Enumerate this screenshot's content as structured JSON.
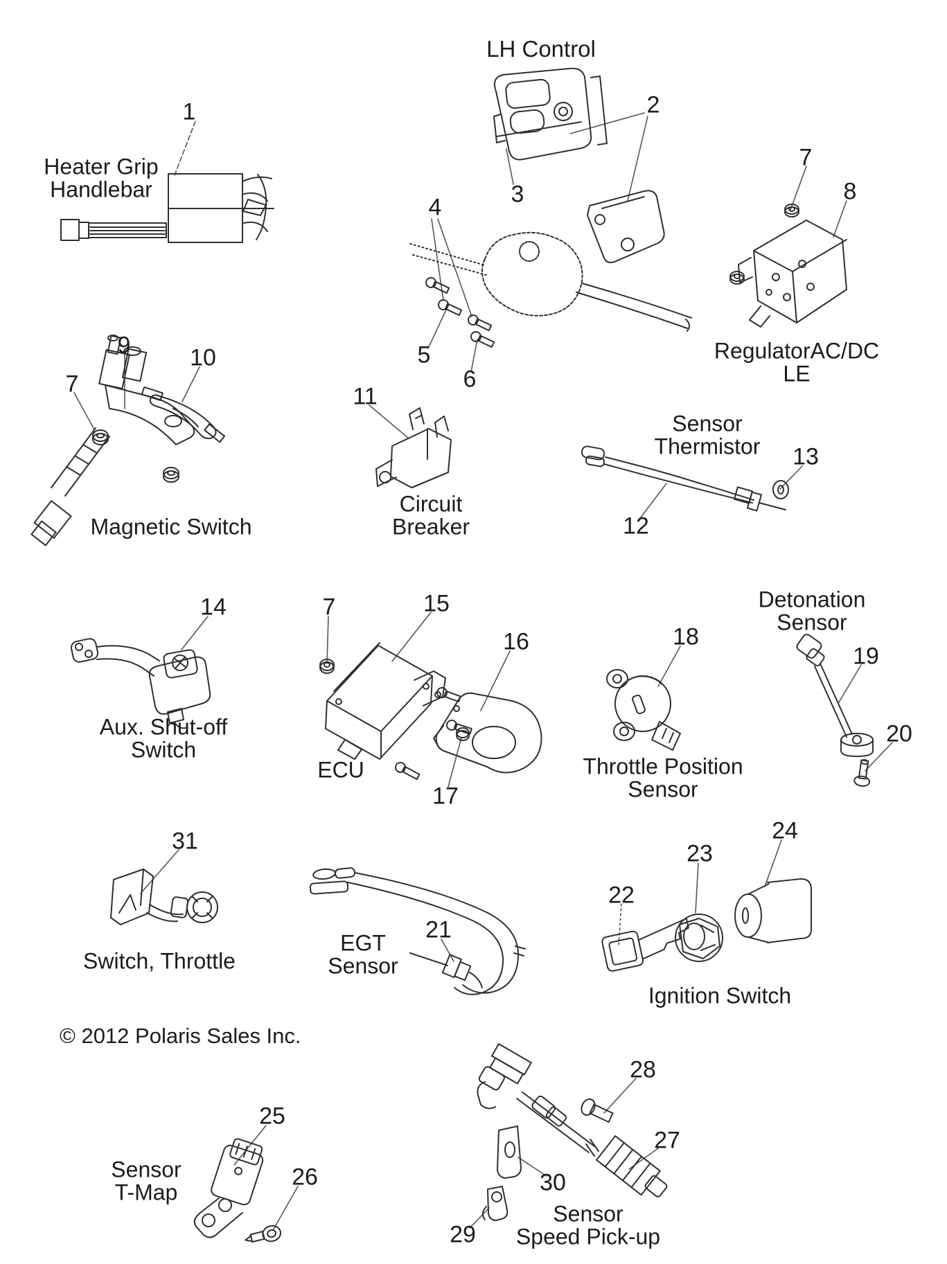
{
  "page": {
    "title": "LH Control",
    "copyright": "© 2012 Polaris Sales Inc."
  },
  "labels": {
    "heater_grip": "Heater Grip\nHandlebar",
    "regulator": "RegulatorAC/DC LE",
    "magnetic_switch": "Magnetic Switch",
    "circuit_breaker": "Circuit\nBreaker",
    "sensor_thermistor": "Sensor\nThermistor",
    "aux_shutoff": "Aux. Shut-off\nSwitch",
    "ecu": "ECU",
    "throttle_position": "Throttle Position\nSensor",
    "detonation": "Detonation\nSensor",
    "switch_throttle": "Switch, Throttle",
    "egt": "EGT\nSensor",
    "ignition": "Ignition Switch",
    "t_map": "Sensor\nT-Map",
    "speed_pickup": "Sensor\nSpeed Pick-up"
  },
  "callouts": {
    "c1": "1",
    "c2": "2",
    "c3": "3",
    "c4": "4",
    "c5": "5",
    "c6": "6",
    "c7_regulator": "7",
    "c8": "8",
    "c9": "9",
    "c10": "10",
    "c7_magnetic": "7",
    "c11": "11",
    "c12": "12",
    "c13": "13",
    "c14": "14",
    "c7_ecu": "7",
    "c15": "15",
    "c16": "16",
    "c17": "17",
    "c18": "18",
    "c19": "19",
    "c20": "20",
    "c21": "21",
    "c22": "22",
    "c23": "23",
    "c24": "24",
    "c25": "25",
    "c26": "26",
    "c27": "27",
    "c28": "28",
    "c29": "29",
    "c30": "30",
    "c31": "31"
  },
  "line_color": "#2f2f2f"
}
